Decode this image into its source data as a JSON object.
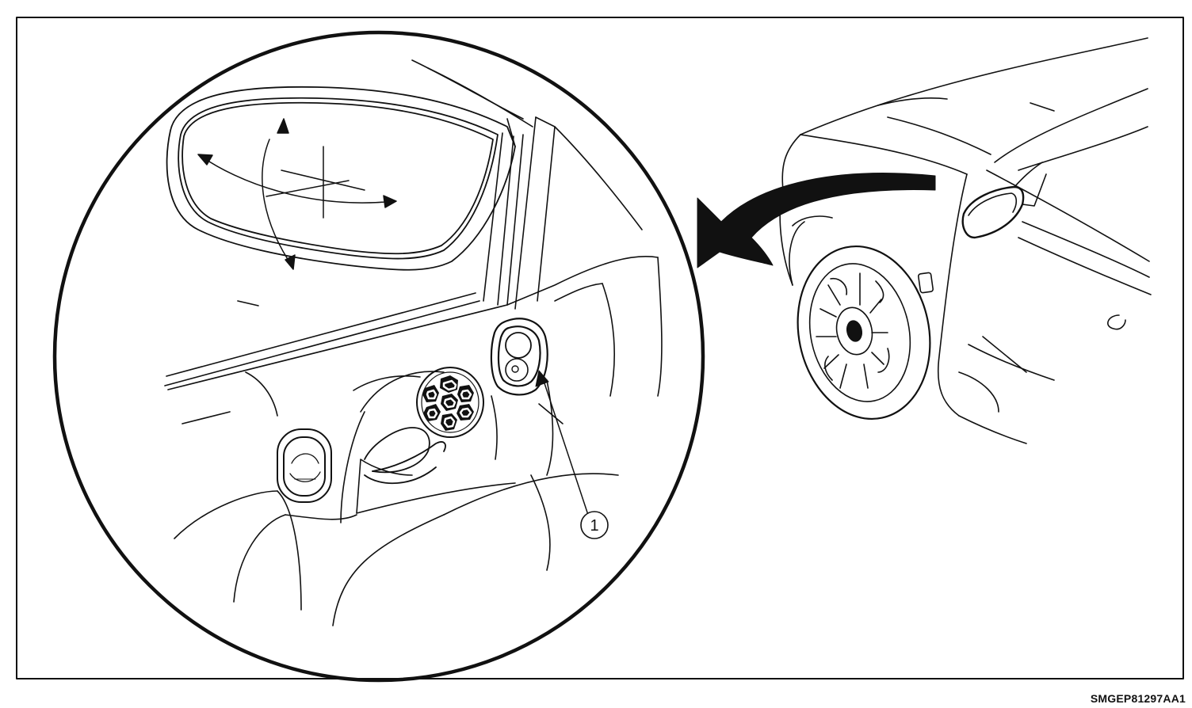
{
  "diagram": {
    "callouts": [
      {
        "id": "1",
        "label": "1"
      }
    ],
    "figure_code": "SMGEP81297AA1",
    "colors": {
      "ink": "#111111",
      "background": "#ffffff"
    }
  }
}
